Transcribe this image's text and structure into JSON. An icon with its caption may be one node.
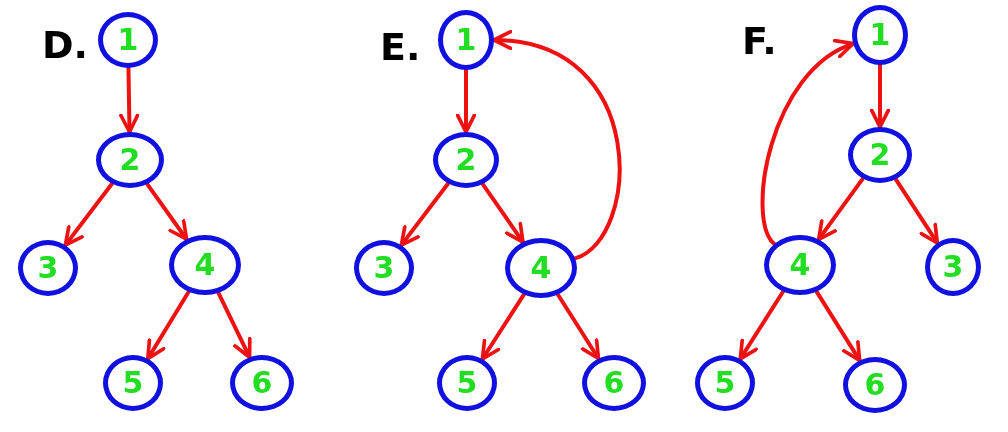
{
  "diagram": {
    "nodes": [
      {
        "text": [
          "1"
        ]
      },
      {
        "text": [
          "2"
        ]
      },
      {
        "text": [
          "3"
        ]
      },
      {
        "text": [
          "4"
        ]
      },
      {
        "text": [
          "5"
        ]
      },
      {
        "text": [
          "6"
        ]
      },
      {
        "text": [
          "1"
        ]
      },
      {
        "text": [
          "2"
        ]
      },
      {
        "text": [
          "3"
        ]
      },
      {
        "text": [
          "4"
        ]
      },
      {
        "text": [
          "5"
        ]
      },
      {
        "text": [
          "6"
        ]
      },
      {
        "text": [
          "1"
        ]
      },
      {
        "text": [
          "2"
        ]
      },
      {
        "text": [
          "4"
        ]
      },
      {
        "text": [
          "3"
        ]
      },
      {
        "text": [
          "5"
        ]
      },
      {
        "text": [
          "6"
        ]
      }
    ],
    "edges": [
      {
        "from": 0,
        "to": 1,
        "arrow": "to"
      },
      {
        "from": 1,
        "to": 2,
        "arrow": "to"
      },
      {
        "from": 1,
        "to": 3,
        "arrow": "to"
      },
      {
        "from": 3,
        "to": 4,
        "arrow": "to"
      },
      {
        "from": 3,
        "to": 5,
        "arrow": "to"
      },
      {
        "from": 6,
        "to": 7,
        "arrow": "to"
      },
      {
        "from": 7,
        "to": 8,
        "arrow": "to"
      },
      {
        "from": 7,
        "to": 9,
        "arrow": "to"
      },
      {
        "from": 9,
        "to": 10,
        "arrow": "to"
      },
      {
        "from": 9,
        "to": 11,
        "arrow": "to"
      },
      {
        "from": 9,
        "to": 6,
        "arrow": "to"
      },
      {
        "from": 12,
        "to": 13,
        "arrow": "to"
      },
      {
        "from": 13,
        "to": 14,
        "arrow": "to"
      },
      {
        "from": 13,
        "to": 15,
        "arrow": "to"
      },
      {
        "from": 14,
        "to": 16,
        "arrow": "to"
      },
      {
        "from": 14,
        "to": 17,
        "arrow": "to"
      },
      {
        "from": 14,
        "to": 12,
        "arrow": "to"
      }
    ],
    "labels": [
      "D.",
      "E.",
      "F."
    ]
  }
}
